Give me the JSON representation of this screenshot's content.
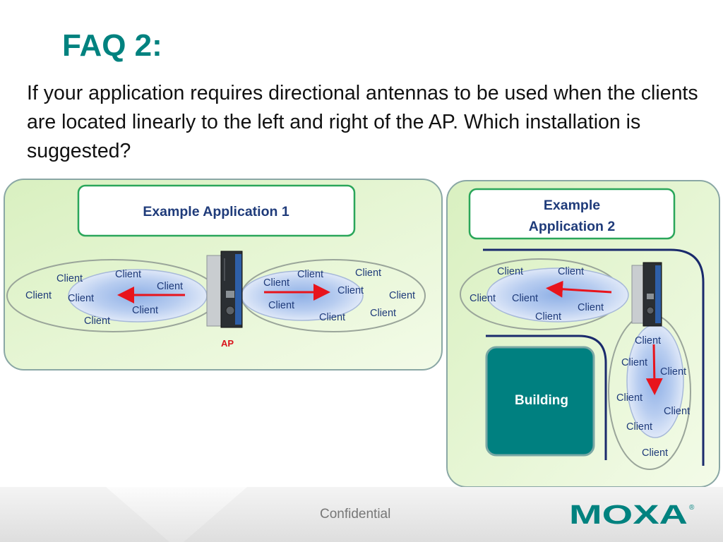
{
  "slide": {
    "title": "FAQ 2:",
    "question": "If your application requires directional antennas to be used when the clients are located linearly to the left and right of the AP. Which installation is suggested?"
  },
  "example1": {
    "title": "Example Application 1",
    "ap_label": "AP",
    "client_label": "Client"
  },
  "example2": {
    "title_line1": "Example",
    "title_line2": "Application 2",
    "building_label": "Building",
    "client_label": "Client"
  },
  "footer": {
    "confidential": "Confidential",
    "brand": "MOXA",
    "registered_mark": "®"
  },
  "colors": {
    "title": "#00827f",
    "panel_fill": "#e6f5d0",
    "panel_border": "#8aa7a5",
    "label_box_border": "#2aa65a",
    "arrow": "#e8141c",
    "building_fill": "#008080",
    "road": "#1a2a6c",
    "logo": "#00827f"
  },
  "icons": [
    "access-point-device-icon",
    "arrow-left-icon",
    "arrow-right-icon",
    "arrow-down-icon",
    "moxa-logo-icon"
  ]
}
